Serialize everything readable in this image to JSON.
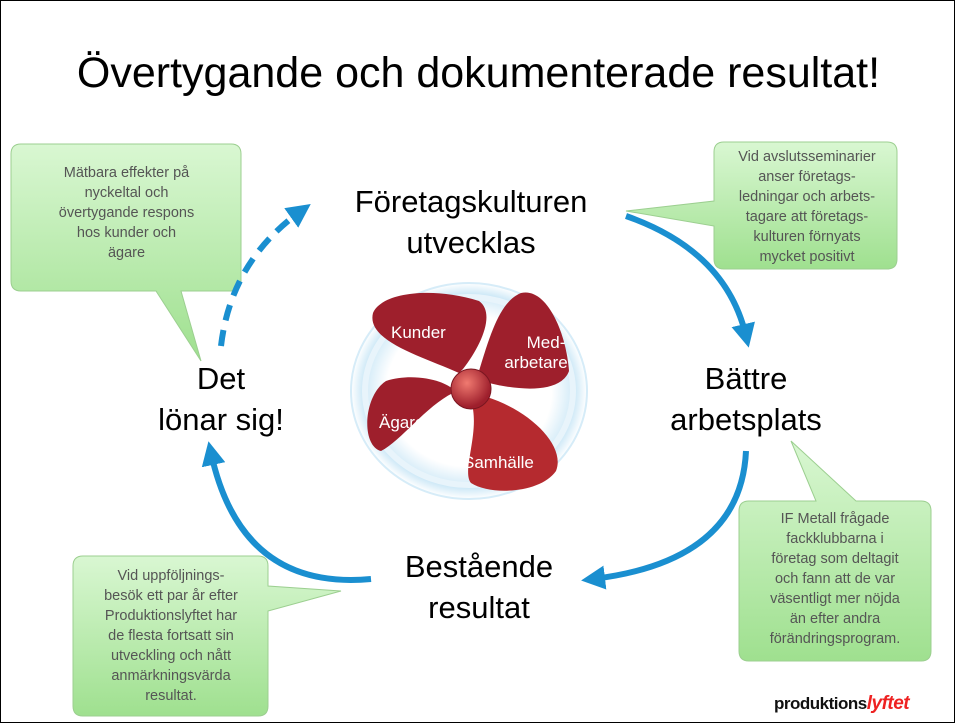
{
  "title": "Övertygande och dokumenterade resultat!",
  "cycle": {
    "top": [
      "Företagskulturen",
      "utvecklas"
    ],
    "right": [
      "Bättre",
      "arbetsplats"
    ],
    "bottom": [
      "Bestående",
      "resultat"
    ],
    "left": [
      "Det",
      "lönar sig!"
    ]
  },
  "propeller": {
    "blades": [
      "Kunder",
      "Med-",
      "arbetare",
      "Ägare",
      "Samhälle"
    ],
    "blade_color": "#9e1f2c",
    "hub_color": "#c0392b"
  },
  "callouts": {
    "top_left": [
      "Mätbara effekter på",
      "nyckeltal och",
      "övertygande respons",
      "hos kunder och",
      "ägare"
    ],
    "top_right": [
      "Vid avslutsseminarier",
      "anser företags-",
      "ledningar och arbets-",
      "tagare att företags-",
      "kulturen förnyats",
      "mycket positivt"
    ],
    "bottom_right": [
      "IF Metall frågade",
      "fackklubbarna i",
      "företag som deltagit",
      "och fann att de var",
      "väsentligt mer nöjda",
      "än efter andra",
      "förändringsprogram."
    ],
    "bottom_left": [
      "Vid uppföljnings-",
      "besök ett par år efter",
      "Produktionslyftet har",
      "de flesta fortsatt sin",
      "utveckling och nått",
      "anmärkningsvärda",
      "resultat."
    ]
  },
  "logo": {
    "part1": "produktions",
    "part2": "lyftet"
  },
  "colors": {
    "arrow": "#1a8fd0",
    "callout_fill": "#b9eeb0",
    "callout_stroke": "#9ccf90"
  }
}
